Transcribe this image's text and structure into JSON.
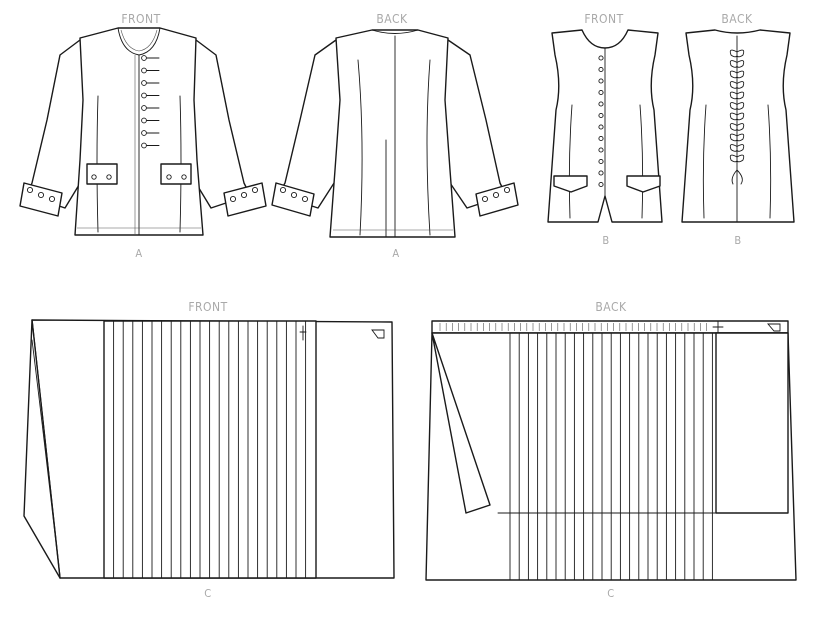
{
  "views": {
    "jacket_front_title": "FRONT",
    "jacket_back_title": "BACK",
    "jacket_front_letter": "A",
    "jacket_back_letter": "A",
    "vest_front_title": "FRONT",
    "vest_back_title": "BACK",
    "vest_front_letter": "B",
    "vest_back_letter": "B",
    "skirt_front_title": "FRONT",
    "skirt_back_title": "BACK",
    "skirt_front_letter": "C",
    "skirt_back_letter": "C"
  }
}
